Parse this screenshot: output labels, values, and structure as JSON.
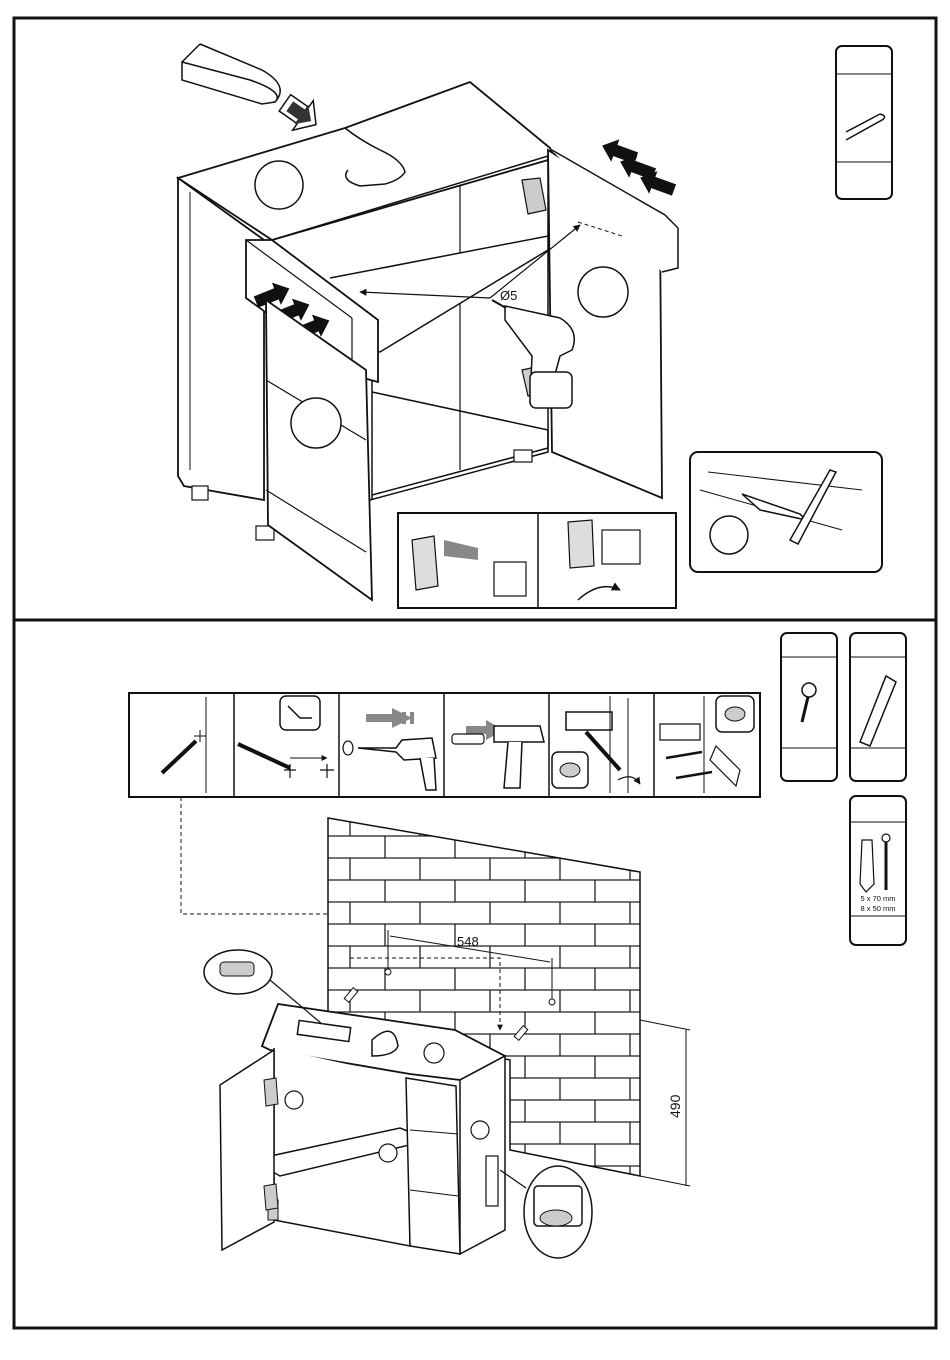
{
  "panel_top": {
    "drill_diameter_label": "Ø5"
  },
  "panel_bottom": {
    "horizontal_dimension": "548",
    "vertical_dimension": "490",
    "hardware": {
      "dowel_spec": "5 x 70 mm",
      "screw_spec": "8 x 50 mm"
    },
    "steps": [
      {
        "icon": "pencil-mark-icon"
      },
      {
        "icon": "pencil-measure-icon"
      },
      {
        "icon": "drill-icon"
      },
      {
        "icon": "hammer-icon"
      },
      {
        "icon": "screw-bracket-icon"
      },
      {
        "icon": "bracket-wall-icon"
      }
    ]
  },
  "colors": {
    "line": "#111111",
    "fill": "#ffffff",
    "shade": "#9a9a9a",
    "arrow": "#111111"
  }
}
